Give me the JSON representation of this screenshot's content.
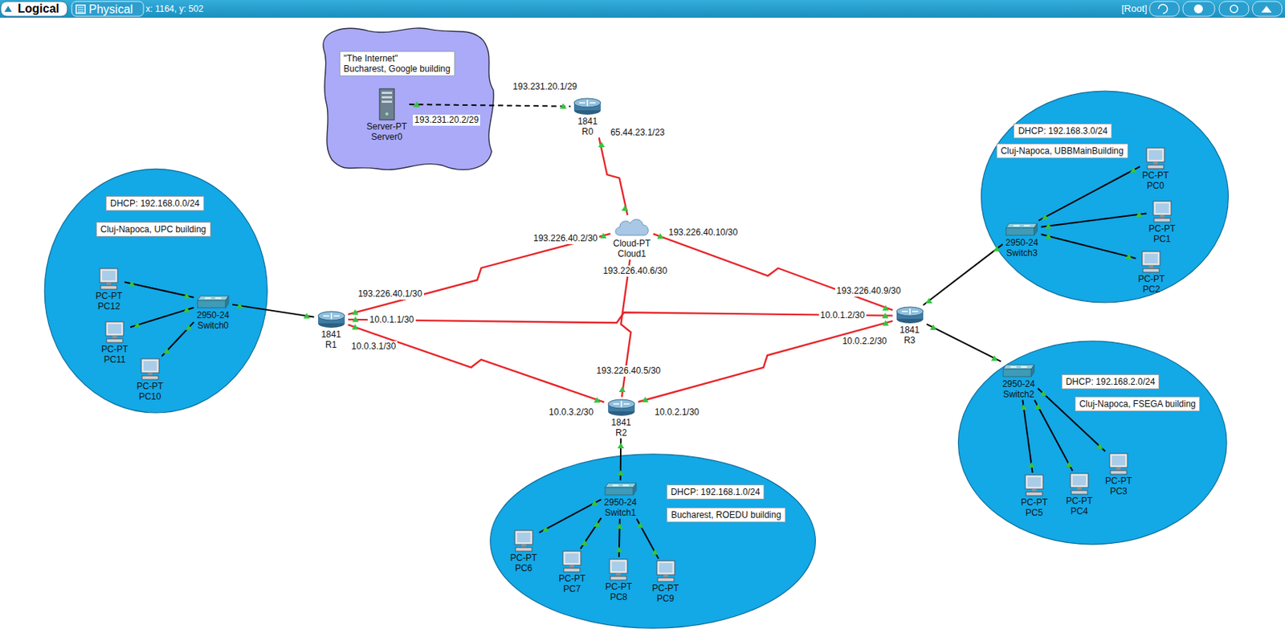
{
  "diagram": {
    "nodes": [
      {
        "text": [
          "\"The Internet\"",
          "Bucharest, Google building"
        ]
      },
      {
        "text": [
          "Server-PT",
          "Server0"
        ],
        "in": 0
      },
      {
        "text": [
          "1841",
          "R0"
        ]
      },
      {
        "text": [
          "Cloud-PT",
          "Cloud1"
        ]
      },
      {
        "text": [
          "DHCP: 192.168.0.0/24",
          "Cluj-Napoca, UPC building"
        ]
      },
      {
        "text": [
          "PC-PT",
          "PC12"
        ],
        "in": 4
      },
      {
        "text": [
          "PC-PT",
          "PC11"
        ],
        "in": 4
      },
      {
        "text": [
          "PC-PT",
          "PC10"
        ],
        "in": 4
      },
      {
        "text": [
          "2950-24",
          "Switch0"
        ],
        "in": 4
      },
      {
        "text": [
          "1841",
          "R1"
        ]
      },
      {
        "text": [
          "1841",
          "R2"
        ]
      },
      {
        "text": [
          "1841",
          "R3"
        ]
      },
      {
        "text": [
          "DHCP: 192.168.3.0/24",
          "Cluj-Napoca, UBBMainBuilding"
        ]
      },
      {
        "text": [
          "PC-PT",
          "PC0"
        ],
        "in": 12
      },
      {
        "text": [
          "PC-PT",
          "PC1"
        ],
        "in": 12
      },
      {
        "text": [
          "PC-PT",
          "PC2"
        ],
        "in": 12
      },
      {
        "text": [
          "2950-24",
          "Switch3"
        ],
        "in": 12
      },
      {
        "text": [
          "DHCP: 192.168.2.0/24",
          "Cluj-Napoca, FSEGA building"
        ]
      },
      {
        "text": [
          "2950-24",
          "Switch2"
        ],
        "in": 17
      },
      {
        "text": [
          "PC-PT",
          "PC5"
        ],
        "in": 17
      },
      {
        "text": [
          "PC-PT",
          "PC4"
        ],
        "in": 17
      },
      {
        "text": [
          "PC-PT",
          "PC3"
        ],
        "in": 17
      },
      {
        "text": [
          "DHCP: 192.168.1.0/24",
          "Bucharest, ROEDU building"
        ]
      },
      {
        "text": [
          "2950-24",
          "Switch1"
        ],
        "in": 22
      },
      {
        "text": [
          "PC-PT",
          "PC6"
        ],
        "in": 22
      },
      {
        "text": [
          "PC-PT",
          "PC7"
        ],
        "in": 22
      },
      {
        "text": [
          "PC-PT",
          "PC8"
        ],
        "in": 22
      },
      {
        "text": [
          "PC-PT",
          "PC9"
        ],
        "in": 22
      }
    ],
    "edges": [
      {
        "from": 1,
        "to": 2,
        "arrow": "none"
      },
      {
        "from": 2,
        "to": 3,
        "arrow": "none"
      },
      {
        "from": 3,
        "to": 9,
        "arrow": "none"
      },
      {
        "from": 3,
        "to": 10,
        "arrow": "none"
      },
      {
        "from": 3,
        "to": 11,
        "arrow": "none"
      },
      {
        "from": 9,
        "to": 11,
        "arrow": "none"
      },
      {
        "from": 9,
        "to": 10,
        "arrow": "none"
      },
      {
        "from": 10,
        "to": 11,
        "arrow": "none"
      },
      {
        "from": 9,
        "to": 8,
        "arrow": "none"
      },
      {
        "from": 8,
        "to": 5,
        "arrow": "none"
      },
      {
        "from": 8,
        "to": 6,
        "arrow": "none"
      },
      {
        "from": 8,
        "to": 7,
        "arrow": "none"
      },
      {
        "from": 10,
        "to": 23,
        "arrow": "none"
      },
      {
        "from": 23,
        "to": 24,
        "arrow": "none"
      },
      {
        "from": 23,
        "to": 25,
        "arrow": "none"
      },
      {
        "from": 23,
        "to": 26,
        "arrow": "none"
      },
      {
        "from": 23,
        "to": 27,
        "arrow": "none"
      },
      {
        "from": 11,
        "to": 16,
        "arrow": "none"
      },
      {
        "from": 16,
        "to": 13,
        "arrow": "none"
      },
      {
        "from": 16,
        "to": 14,
        "arrow": "none"
      },
      {
        "from": 16,
        "to": 15,
        "arrow": "none"
      },
      {
        "from": 11,
        "to": 18,
        "arrow": "none"
      },
      {
        "from": 18,
        "to": 19,
        "arrow": "none"
      },
      {
        "from": 18,
        "to": 20,
        "arrow": "none"
      },
      {
        "from": 18,
        "to": 21,
        "arrow": "none"
      }
    ],
    "labels": [
      "Logical",
      "Physical",
      "x: 1164, y: 502",
      "[Root]",
      "193.231.20.1/29",
      "193.231.20.2/29",
      "65.44.23.1/23",
      "193.226.40.2/30",
      "193.226.40.10/30",
      "193.226.40.6/30",
      "193.226.40.1/30",
      "10.0.1.1/30",
      "10.0.3.1/30",
      "193.226.40.9/30",
      "10.0.1.2/30",
      "10.0.2.2/30",
      "193.226.40.5/30",
      "10.0.3.2/30",
      "10.0.2.1/30"
    ]
  }
}
